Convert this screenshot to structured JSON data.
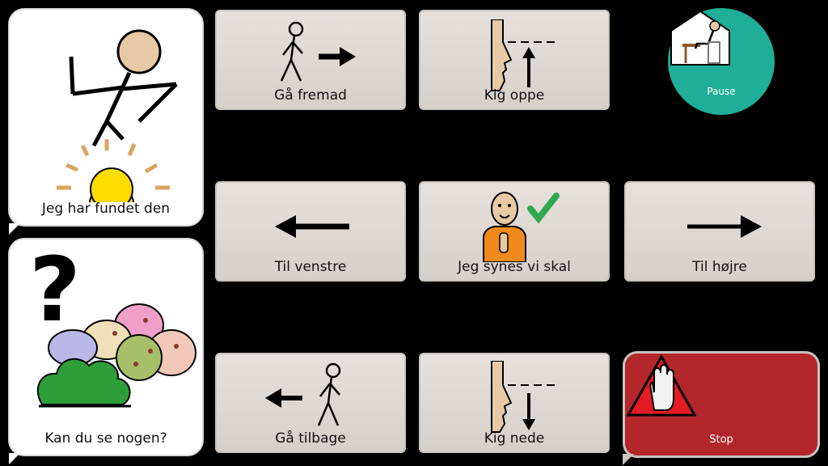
{
  "phrases": {
    "found_it": "Jeg har fundet den",
    "see_anyone": "Kan du se nogen?"
  },
  "buttons": {
    "forward": "Gå fremad",
    "look_up": "Kig oppe",
    "pause": "Pause",
    "left": "Til venstre",
    "i_think": "Jeg synes vi skal",
    "right": "Til højre",
    "back": "Gå tilbage",
    "look_down": "Kig nede",
    "stop": "Stop"
  },
  "colors": {
    "pause_bg": "#1fae98",
    "stop_bg": "#b3262c",
    "check": "#2fa84f"
  }
}
